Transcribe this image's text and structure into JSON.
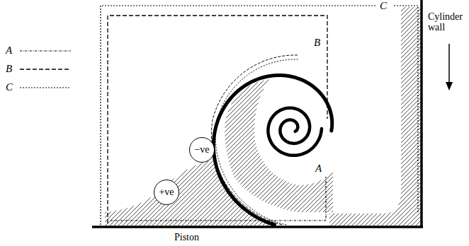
{
  "diagram": {
    "nodes": [
      {
        "text": [
          "−ve"
        ]
      },
      {
        "text": [
          "+ve"
        ]
      }
    ],
    "labels": [
      "B",
      "A",
      "C",
      "Cylinder wall",
      "Piston"
    ],
    "legend": [
      {
        "text": "A"
      },
      {
        "text": "B"
      },
      {
        "text": "C"
      }
    ]
  }
}
